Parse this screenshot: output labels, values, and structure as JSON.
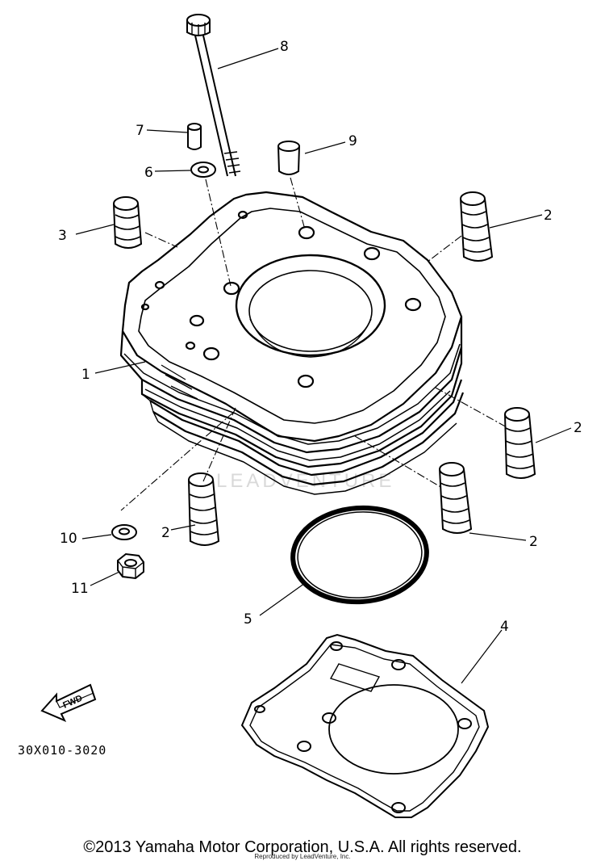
{
  "diagram": {
    "part_labels": [
      "1",
      "2",
      "2",
      "2",
      "2",
      "3",
      "4",
      "5",
      "6",
      "7",
      "8",
      "9",
      "10",
      "11"
    ],
    "fwd_label": "FWD",
    "diagram_code": "30X010-3020",
    "watermark": "LEADVENTURE"
  },
  "footer": {
    "copyright": "©2013 Yamaha Motor Corporation, U.S.A. All rights reserved.",
    "reproduced": "Reproduced by LeadVenture, Inc."
  }
}
